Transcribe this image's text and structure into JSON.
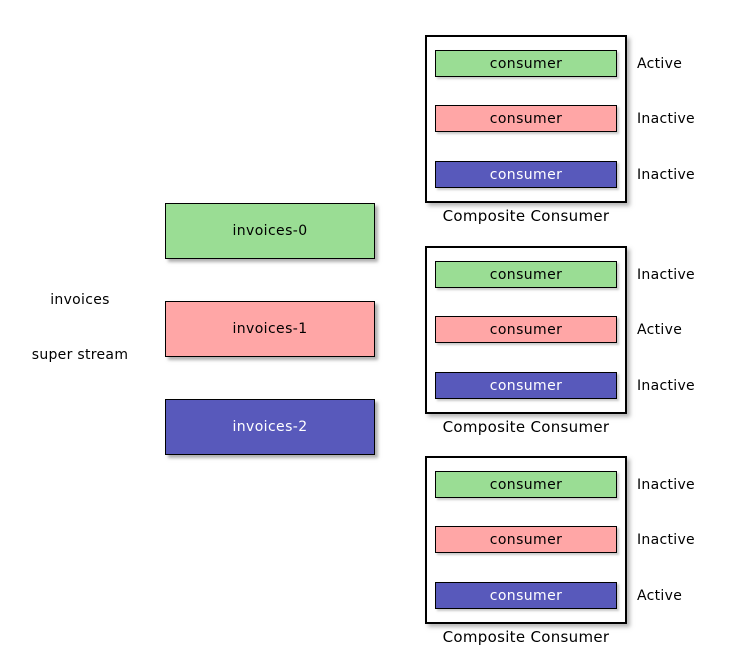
{
  "diagram": {
    "stream": {
      "name": "invoices",
      "type_label": "super stream"
    },
    "colors": {
      "green": "#9ADD94",
      "pink": "#FFA6A6",
      "blue": "#5859BB",
      "black": "#000000",
      "white": "#FFFFFF"
    },
    "partitions": [
      {
        "label": "invoices-0",
        "color": "#9ADD94",
        "text_color": "#000000"
      },
      {
        "label": "invoices-1",
        "color": "#FFA6A6",
        "text_color": "#000000"
      },
      {
        "label": "invoices-2",
        "color": "#5859BB",
        "text_color": "#FFFFFF"
      }
    ],
    "composite_consumers": [
      {
        "title": "Composite Consumer",
        "consumers": [
          {
            "label": "consumer",
            "status": "Active",
            "color": "#9ADD94",
            "text_color": "#000000"
          },
          {
            "label": "consumer",
            "status": "Inactive",
            "color": "#FFA6A6",
            "text_color": "#000000"
          },
          {
            "label": "consumer",
            "status": "Inactive",
            "color": "#5859BB",
            "text_color": "#FFFFFF"
          }
        ]
      },
      {
        "title": "Composite Consumer",
        "consumers": [
          {
            "label": "consumer",
            "status": "Inactive",
            "color": "#9ADD94",
            "text_color": "#000000"
          },
          {
            "label": "consumer",
            "status": "Active",
            "color": "#FFA6A6",
            "text_color": "#000000"
          },
          {
            "label": "consumer",
            "status": "Inactive",
            "color": "#5859BB",
            "text_color": "#FFFFFF"
          }
        ]
      },
      {
        "title": "Composite Consumer",
        "consumers": [
          {
            "label": "consumer",
            "status": "Inactive",
            "color": "#9ADD94",
            "text_color": "#000000"
          },
          {
            "label": "consumer",
            "status": "Inactive",
            "color": "#FFA6A6",
            "text_color": "#000000"
          },
          {
            "label": "consumer",
            "status": "Active",
            "color": "#5859BB",
            "text_color": "#FFFFFF"
          }
        ]
      }
    ]
  }
}
